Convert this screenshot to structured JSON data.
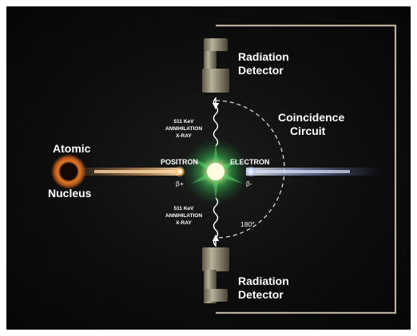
{
  "diagram": {
    "atomic_nucleus_label": [
      "Atomic",
      "Nucleus"
    ],
    "detector_top_label": [
      "Radiation",
      "Detector"
    ],
    "detector_bottom_label": [
      "Radiation",
      "Detector"
    ],
    "coincidence_label": [
      "Coincidence",
      "Circuit"
    ],
    "positron_label": "POSITRON",
    "positron_symbol": "β+",
    "electron_label": "ELECTRON",
    "electron_symbol": "β-",
    "xray_top_label": [
      "511 KeV",
      "ANNIHILATION",
      "X-RAY"
    ],
    "xray_bottom_label": [
      "511 KeV",
      "ANNIHILATION",
      "X-RAY"
    ],
    "angle_label": "180°",
    "colors": {
      "background": "#0b0b0b",
      "circuit_line": "#b4ae9a",
      "positron_beam": "#e8a060",
      "electron_beam": "#8fa8e8",
      "annihilation_glow": "#3fcf5a",
      "nucleus": "#c8621a"
    }
  }
}
